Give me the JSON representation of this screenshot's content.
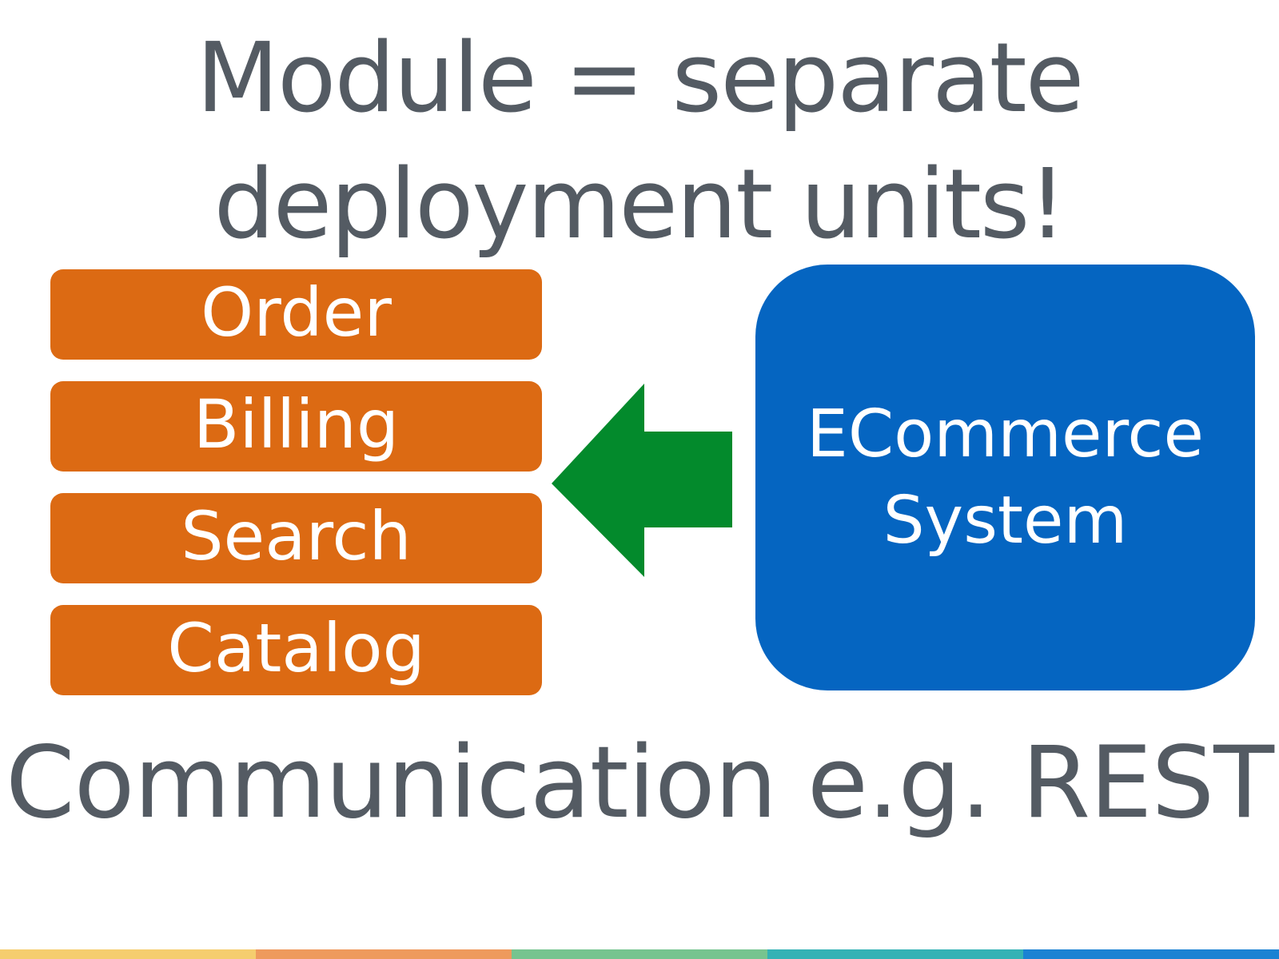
{
  "title": {
    "line1": "Module = separate",
    "line2": "deployment units!"
  },
  "modules": [
    {
      "label": "Order"
    },
    {
      "label": "Billing"
    },
    {
      "label": "Search"
    },
    {
      "label": "Catalog"
    }
  ],
  "system": {
    "line1": "ECommerce",
    "line2": "System"
  },
  "caption": "Communication e.g. REST",
  "colors": {
    "text": "#545b63",
    "module": "#dc6a13",
    "system": "#0565c1",
    "arrow": "#038a2c",
    "footer": [
      "#f5cd6e",
      "#ee9a5d",
      "#76c48f",
      "#33b2b5",
      "#1b82d3"
    ]
  },
  "icons": {
    "arrow": "left-arrow-icon"
  }
}
